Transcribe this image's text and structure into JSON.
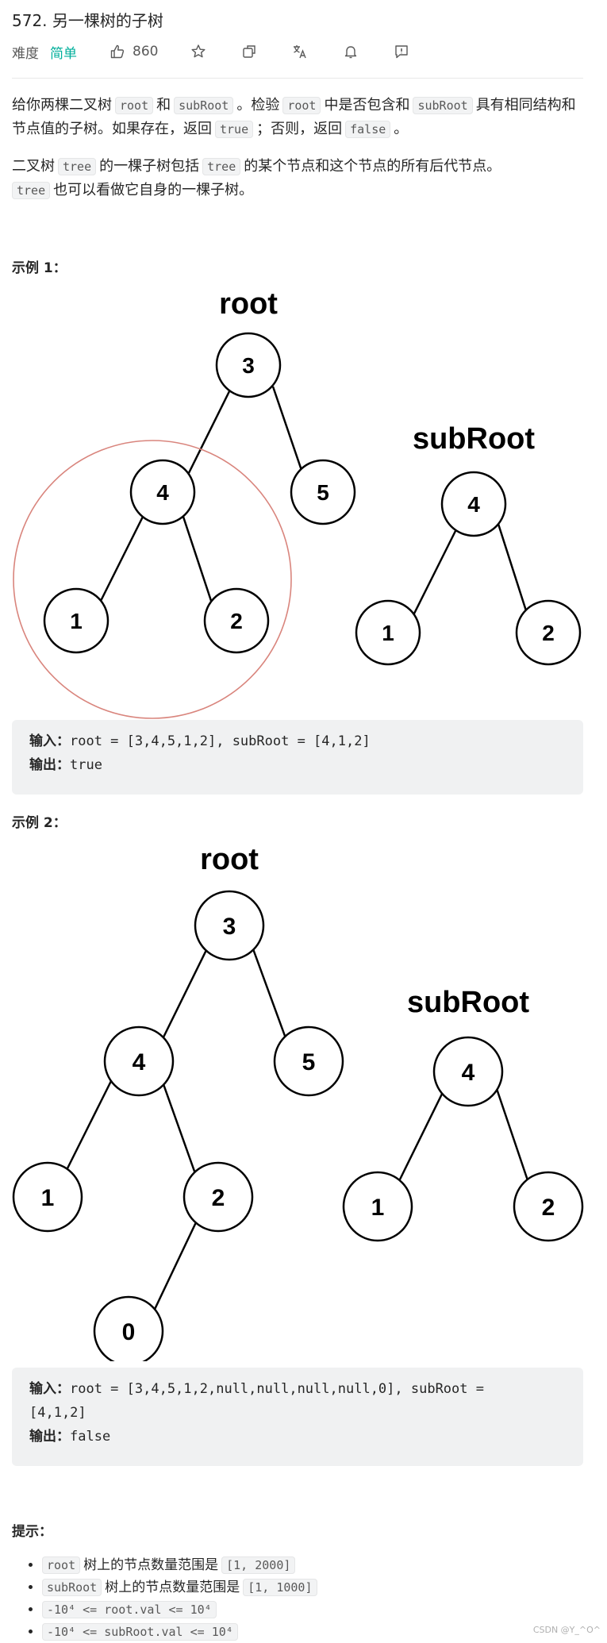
{
  "problem": {
    "title": "572. 另一棵树的子树",
    "difficulty_label": "难度",
    "difficulty_value": "简单",
    "likes": "860"
  },
  "description": {
    "p1": [
      "给你两棵二叉树",
      "root",
      "和",
      "subRoot",
      "。检验",
      "root",
      "中是否包含和",
      "subRoot",
      "具有相同结构和节点值的子树。如果存在，返回",
      "true",
      "；否则，返回",
      "false",
      "。"
    ],
    "p2": [
      "二叉树",
      "tree",
      "的一棵子树包括",
      "tree",
      "的某个节点和这个节点的所有后代节点。",
      "tree",
      "也可以看做它自身的一棵子树。"
    ]
  },
  "examples": [
    {
      "heading": "示例 1：",
      "fig_root_label": "root",
      "fig_sub_label": "subRoot",
      "root_nodes": [
        "3",
        "4",
        "5",
        "1",
        "2"
      ],
      "sub_nodes": [
        "4",
        "1",
        "2"
      ],
      "input_label": "输入：",
      "input_value": "root = [3,4,5,1,2], subRoot = [4,1,2]",
      "output_label": "输出：",
      "output_value": "true"
    },
    {
      "heading": "示例 2：",
      "fig_root_label": "root",
      "fig_sub_label": "subRoot",
      "root_nodes": [
        "3",
        "4",
        "5",
        "1",
        "2",
        "0"
      ],
      "sub_nodes": [
        "4",
        "1",
        "2"
      ],
      "input_label": "输入：",
      "input_value_line1": "root = [3,4,5,1,2,null,null,null,null,0], subRoot =",
      "input_value_line2": "[4,1,2]",
      "output_label": "输出：",
      "output_value": "false"
    }
  ],
  "hints": {
    "heading": "提示：",
    "items": [
      {
        "code": "root",
        "text": "树上的节点数量范围是",
        "range": "[1, 2000]"
      },
      {
        "code": "subRoot",
        "text": "树上的节点数量范围是",
        "range": "[1, 1000]"
      },
      {
        "expr": "-10⁴ <= root.val <= 10⁴"
      },
      {
        "expr": "-10⁴ <= subRoot.val <= 10⁴"
      }
    ]
  },
  "watermark": "CSDN @Y_^O^",
  "colors": {
    "accent_easy": "#00af9b",
    "highlight_circle": "#d9857d"
  }
}
